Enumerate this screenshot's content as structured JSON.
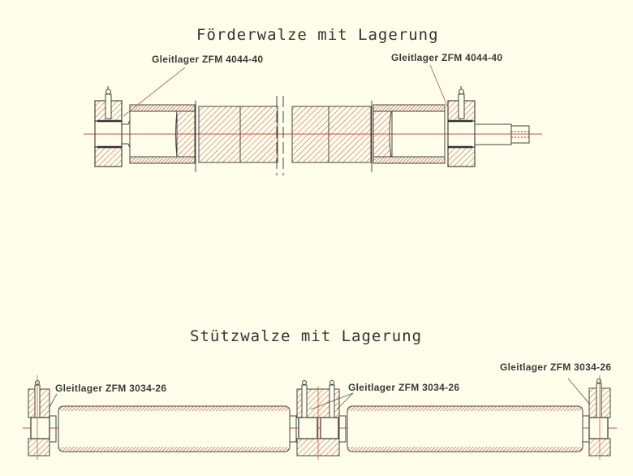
{
  "drawing": {
    "background": "#fefeea",
    "hatch_color": "#c0504d",
    "line_color": "#444444",
    "centerline_color": "#d05050"
  },
  "top_section": {
    "title": "Förderwalze mit Lagerung",
    "labels": {
      "left_bearing": "Gleitlager ZFM 4044-40",
      "right_bearing": "Gleitlager ZFM 4044-40"
    }
  },
  "bottom_section": {
    "title": "Stützwalze mit Lagerung",
    "labels": {
      "left_bearing": "Gleitlager ZFM 3034-26",
      "middle_bearing": "Gleitlager ZFM 3034-26",
      "right_bearing": "Gleitlager ZFM 3034-26"
    }
  }
}
